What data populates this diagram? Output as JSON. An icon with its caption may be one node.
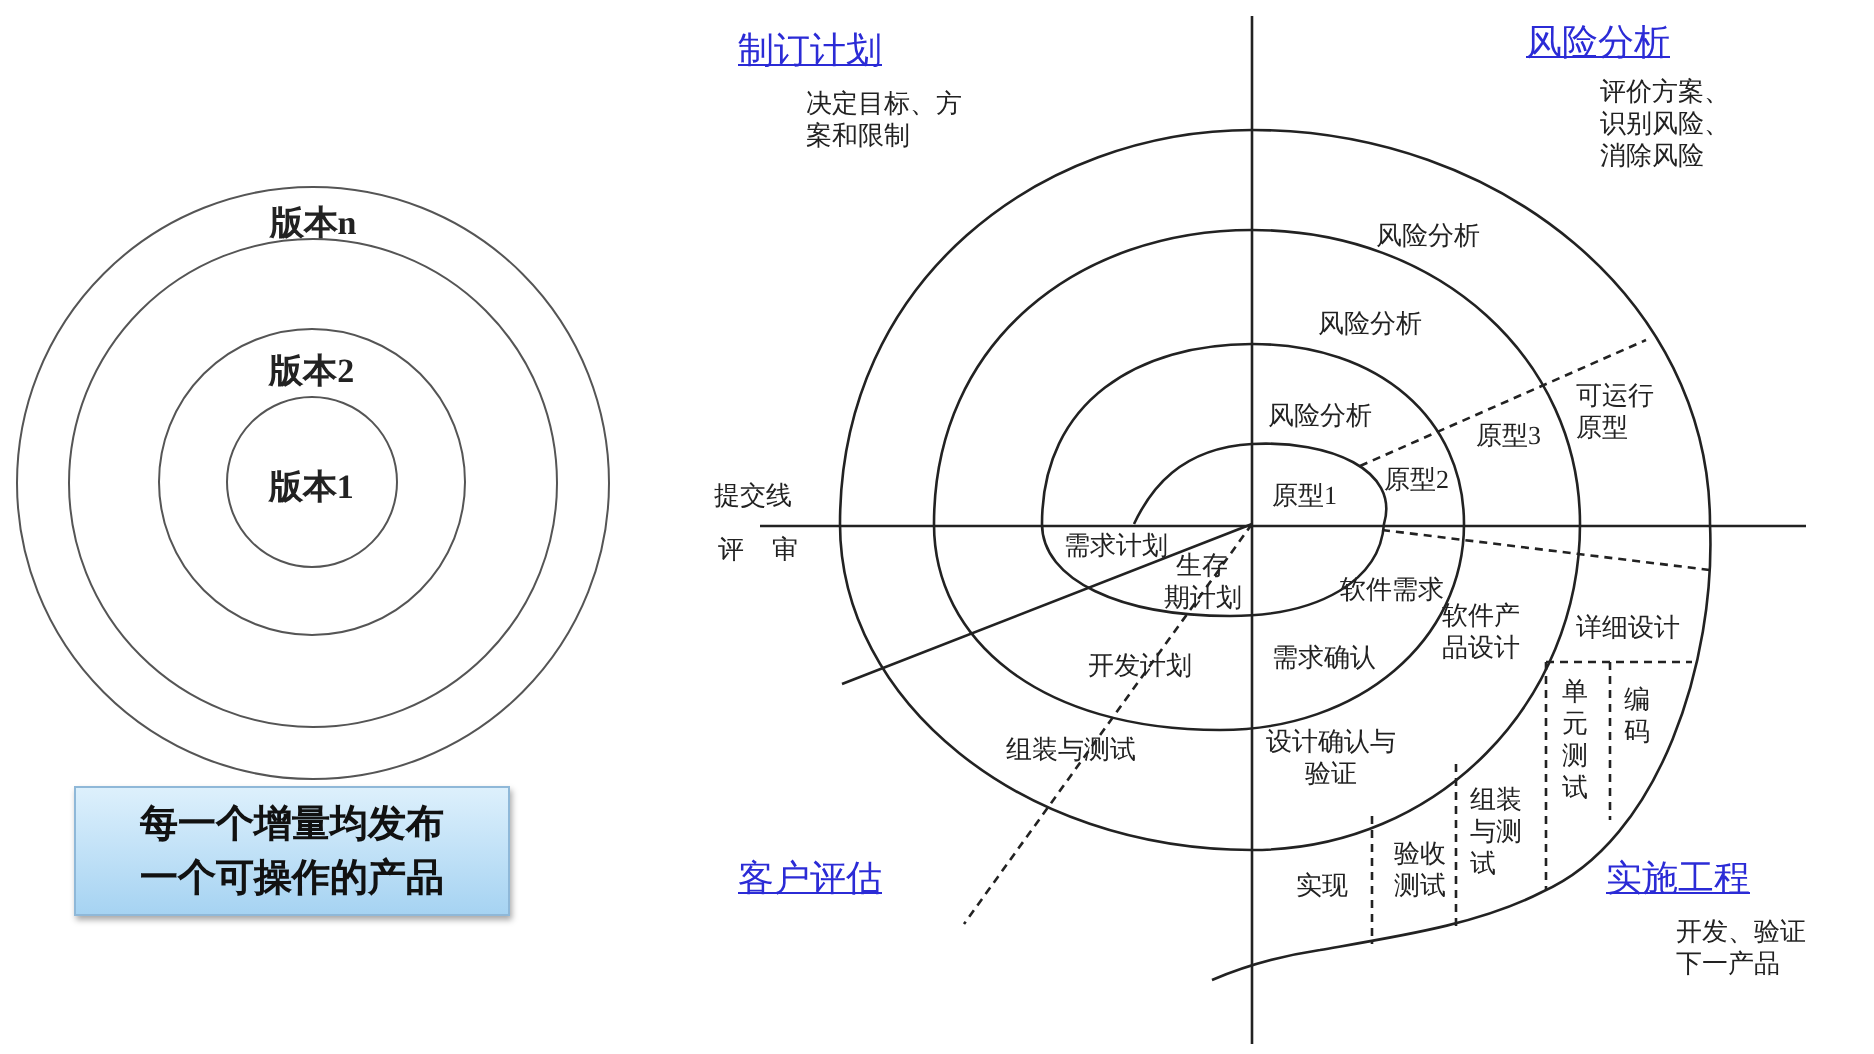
{
  "diagram": {
    "nodes": [
      {
        "text": [
          "版本n"
        ]
      },
      {
        "text": [],
        "shape": "circle",
        "in": 0
      },
      {
        "text": [
          "版本2"
        ],
        "in": 1
      },
      {
        "text": [
          "版本1"
        ],
        "in": 2
      },
      {
        "text": [
          "每一个增量均发布一个可操作的产品"
        ]
      }
    ],
    "labels": [
      "制订计划",
      "决定目标、方案和限制",
      "风险分析",
      "评价方案、识别风险、消除风险",
      "风险分析",
      "风险分析",
      "可运行原型",
      "风险分析",
      "原型3",
      "原型2",
      "提交线",
      "原型1",
      "评审",
      "需求计划",
      "生存期计划",
      "软件需求",
      "软件产品设计",
      "详细设计",
      "开发计划",
      "需求确认",
      "单元测试",
      "编码",
      "组装与测试",
      "设计确认与验证",
      "组装与测试",
      "验收测试",
      "实现",
      "客户评估",
      "实施工程",
      "开发、验证下一产品"
    ]
  }
}
